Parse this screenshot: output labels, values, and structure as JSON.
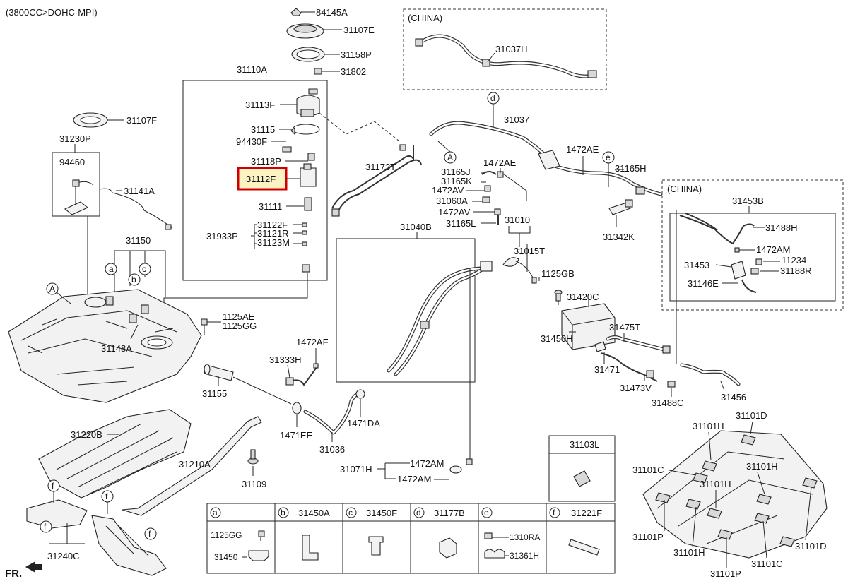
{
  "engine_spec": "(3800CC>DOHC-MPI)",
  "region_labels": {
    "china_top": "(CHINA)",
    "china_right": "(CHINA)"
  },
  "front_indicator": "FR.",
  "highlighted_part": "31112F",
  "parts": {
    "p84145A": "84145A",
    "p31107E": "31107E",
    "p31158P": "31158P",
    "p31802": "31802",
    "p31110A": "31110A",
    "p31113F": "31113F",
    "p31115": "31115",
    "p94430F": "94430F",
    "p31118P": "31118P",
    "p31112F": "31112F",
    "p31111": "31111",
    "p31122F": "31122F",
    "p31933P": "31933P",
    "p31121R": "31121R",
    "p31123M": "31123M",
    "p31107F": "31107F",
    "p31230P": "31230P",
    "p94460": "94460",
    "p31141A": "31141A",
    "p31150": "31150",
    "p31148A": "31148A",
    "p1125AE": "1125AE",
    "p1125GG": "1125GG",
    "p31155": "31155",
    "p31220B": "31220B",
    "p31210A": "31210A",
    "p31109": "31109",
    "p31240C": "31240C",
    "p31037H": "31037H",
    "p31037": "31037",
    "p1472AE_a": "1472AE",
    "p1472AE_b": "1472AE",
    "p31165H": "31165H",
    "p31165J": "31165J",
    "p31165K": "31165K",
    "p1472AV_a": "1472AV",
    "p31060A": "31060A",
    "p1472AV_b": "1472AV",
    "p31165L": "31165L",
    "p31342K": "31342K",
    "p31173T": "31173T",
    "p31040B": "31040B",
    "p31010": "31010",
    "p31015T": "31015T",
    "p1125GB": "1125GB",
    "p31420C": "31420C",
    "p31450H": "31450H",
    "p31475T": "31475T",
    "p31471": "31471",
    "p31473V": "31473V",
    "p31488C": "31488C",
    "p31456": "31456",
    "p1472AF": "1472AF",
    "p31333H": "31333H",
    "p1471EE": "1471EE",
    "p1471DA": "1471DA",
    "p31036": "31036",
    "p31071H": "31071H",
    "p1472AM_a": "1472AM",
    "p1472AM_b": "1472AM",
    "p31453B": "31453B",
    "p31488H": "31488H",
    "p1472AM_c": "1472AM",
    "p31453": "31453",
    "p11234": "11234",
    "p31188R": "31188R",
    "p31146E": "31146E",
    "p31103L": "31103L",
    "p31101D_a": "31101D",
    "p31101H_a": "31101H",
    "p31101C_a": "31101C",
    "p31101H_b": "31101H",
    "p31101H_c": "31101H",
    "p31101P_a": "31101P",
    "p31101H_d": "31101H",
    "p31101D_b": "31101D",
    "p31101P_b": "31101P",
    "p31101C_b": "31101C"
  },
  "callouts": {
    "a": "a",
    "b": "b",
    "c": "c",
    "d": "d",
    "e": "e",
    "f": "f",
    "A": "A"
  },
  "legend": [
    {
      "letter": "a",
      "part": "",
      "items": [
        {
          "code": "1125GG"
        },
        {
          "code": "31450"
        }
      ]
    },
    {
      "letter": "b",
      "part": "31450A"
    },
    {
      "letter": "c",
      "part": "31450F"
    },
    {
      "letter": "d",
      "part": "31177B"
    },
    {
      "letter": "e",
      "part": "",
      "items": [
        {
          "code": "1310RA"
        },
        {
          "code": "31361H"
        }
      ]
    },
    {
      "letter": "f",
      "part": "31221F"
    }
  ]
}
